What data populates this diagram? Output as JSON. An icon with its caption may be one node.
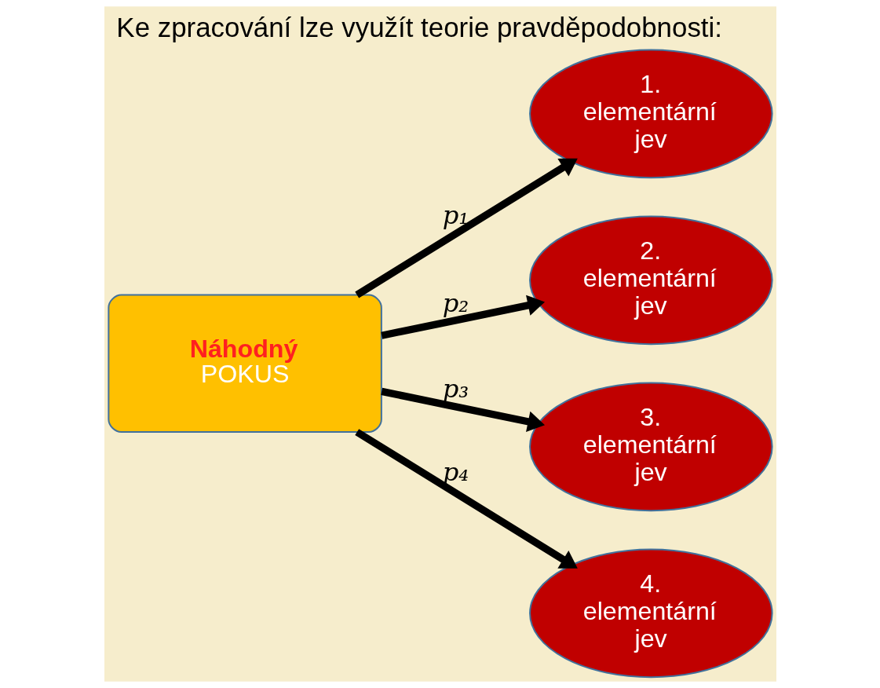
{
  "diagram": {
    "title": "Ke zpracování lze využít teorie pravděpodobnosti:",
    "nodes": [
      {
        "text": [
          "Náhodný",
          "POKUS"
        ]
      },
      {
        "text": [
          "1. elementární jev"
        ]
      },
      {
        "text": [
          "2. elementární jev"
        ]
      },
      {
        "text": [
          "3. elementární jev"
        ]
      },
      {
        "text": [
          "4. elementární jev"
        ]
      }
    ],
    "edges": [
      {
        "from": 0,
        "to": 1,
        "arrow": "to",
        "label": "p₁"
      },
      {
        "from": 0,
        "to": 2,
        "arrow": "to",
        "label": "p₂"
      },
      {
        "from": 0,
        "to": 3,
        "arrow": "to",
        "label": "p₃"
      },
      {
        "from": 0,
        "to": 4,
        "arrow": "to",
        "label": "p₄"
      }
    ]
  }
}
